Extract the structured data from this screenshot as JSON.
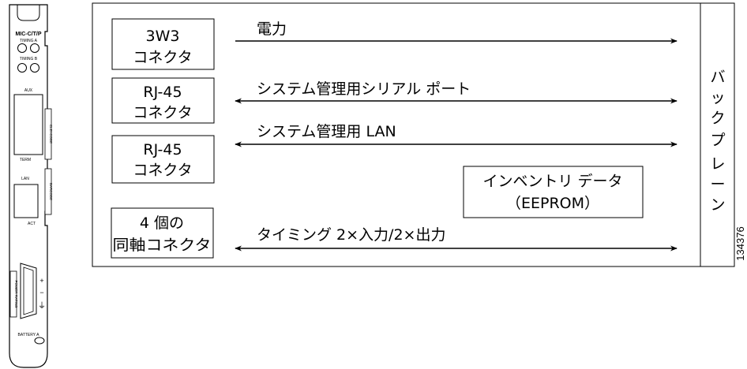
{
  "faceplate": {
    "model": "MIC-C/T/P",
    "timing_a": "TIMING A",
    "timing_b": "TIMING B",
    "aux": "AUX",
    "term": "TERM",
    "clei_code": "CLEI CODE",
    "lan": "LAN",
    "act": "ACT",
    "barcode": "BARCODE",
    "power_rating": "POWER RATING",
    "plus": "+",
    "minus": "−",
    "ground": "⏚",
    "battery_a": "BATTERY A"
  },
  "boxes": {
    "connector_3w3": [
      "3W3",
      "コネクタ"
    ],
    "rj45_serial": [
      "RJ-45",
      "コネクタ"
    ],
    "rj45_lan": [
      "RJ-45",
      "コネクタ"
    ],
    "coax": [
      "4 個の",
      "同軸コネクタ"
    ],
    "inventory": [
      "インベントリ データ",
      "（EEPROM）"
    ]
  },
  "arrows": {
    "power": "電力",
    "serial": "システム管理用シリアル ポート",
    "lan": "システム管理用 LAN",
    "timing": "タイミング 2×入力/2×出力"
  },
  "backplane": [
    "バ",
    "ッ",
    "ク",
    "プ",
    "レ",
    "ー",
    "ン"
  ],
  "figure_number": "134376"
}
